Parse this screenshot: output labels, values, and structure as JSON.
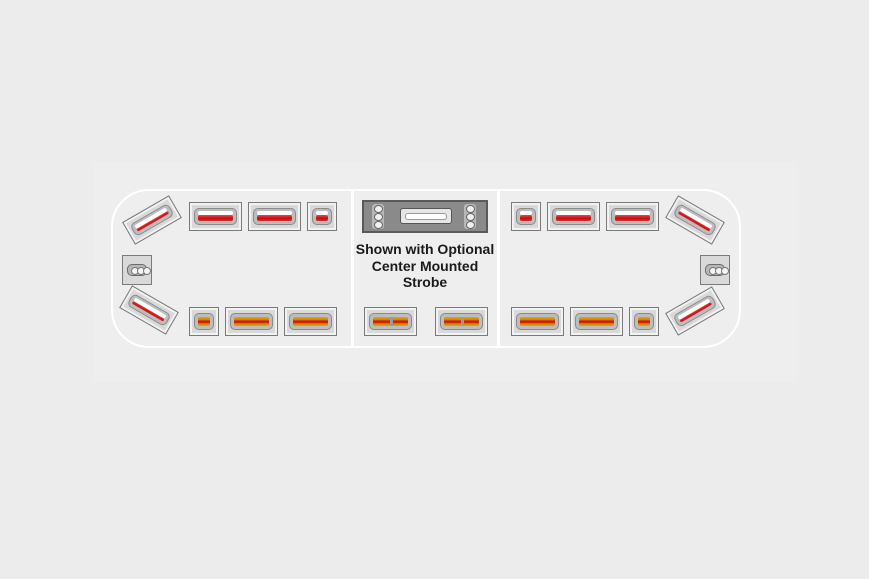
{
  "caption": {
    "line1": "Shown with Optional",
    "line2": "Center Mounted",
    "line3": "Strobe"
  },
  "colors": {
    "background": "#ececec",
    "bar_outline": "#ffffff",
    "red_lens": "#c20f14",
    "amber_lens": "#e8a400"
  },
  "icons": [
    "light-module",
    "strobe-light",
    "takedown-light-icon"
  ]
}
